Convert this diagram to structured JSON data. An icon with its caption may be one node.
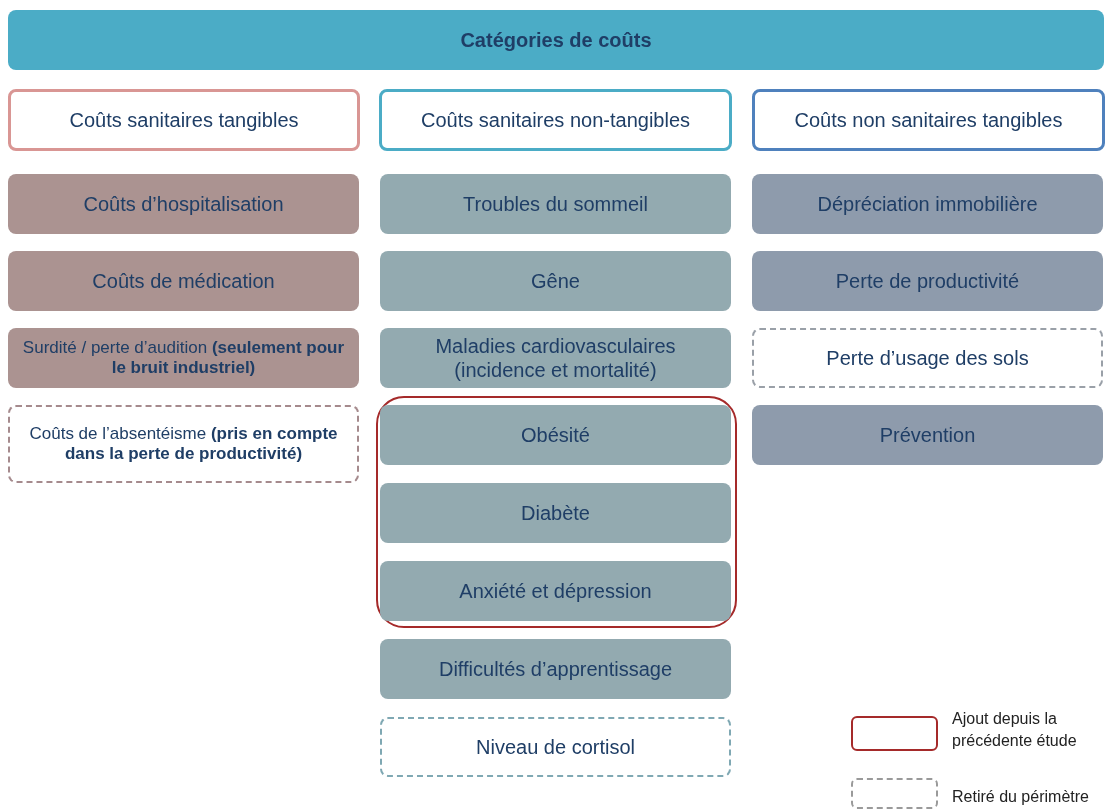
{
  "diagram": {
    "nodes": [
      {
        "text": [
          "Catégories de coûts"
        ]
      },
      {
        "text": [
          "Coûts sanitaires tangibles"
        ]
      },
      {
        "text": [
          "Coûts sanitaires non-tangibles"
        ]
      },
      {
        "text": [
          "Coûts non sanitaires tangibles"
        ]
      },
      {
        "text": [
          "Coûts d’hospitalisation"
        ]
      },
      {
        "text": [
          "Coûts de médication"
        ]
      },
      {
        "text": [
          "Surdité / perte d’audition **(seulement pour le bruit industriel)**"
        ]
      },
      {
        "text": [
          "Coûts de l’absentéisme **(pris en compte dans la perte de productivité)**"
        ]
      },
      {
        "text": [
          "Troubles du sommeil"
        ]
      },
      {
        "text": [
          "Gêne"
        ]
      },
      {
        "text": [
          "Maladies cardiovasculaires (incidence et mortalité)"
        ]
      },
      {
        "text": [],
        "shape": "box"
      },
      {
        "text": [
          "Obésité"
        ],
        "in": 11
      },
      {
        "text": [
          "Diabète"
        ],
        "in": 11
      },
      {
        "text": [
          "Anxiété et dépression"
        ],
        "in": 11
      },
      {
        "text": [
          "Difficultés d’apprentissage"
        ]
      },
      {
        "text": [
          "Niveau de cortisol"
        ]
      },
      {
        "text": [
          "Dépréciation immobilière"
        ]
      },
      {
        "text": [
          "Perte de productivité"
        ]
      },
      {
        "text": [
          "Perte d’usage des sols"
        ]
      },
      {
        "text": [
          "Prévention"
        ]
      }
    ],
    "legend": [
      {
        "text": "Ajout depuis la précédente étude"
      },
      {
        "text": "Retiré du périmètre"
      }
    ]
  }
}
